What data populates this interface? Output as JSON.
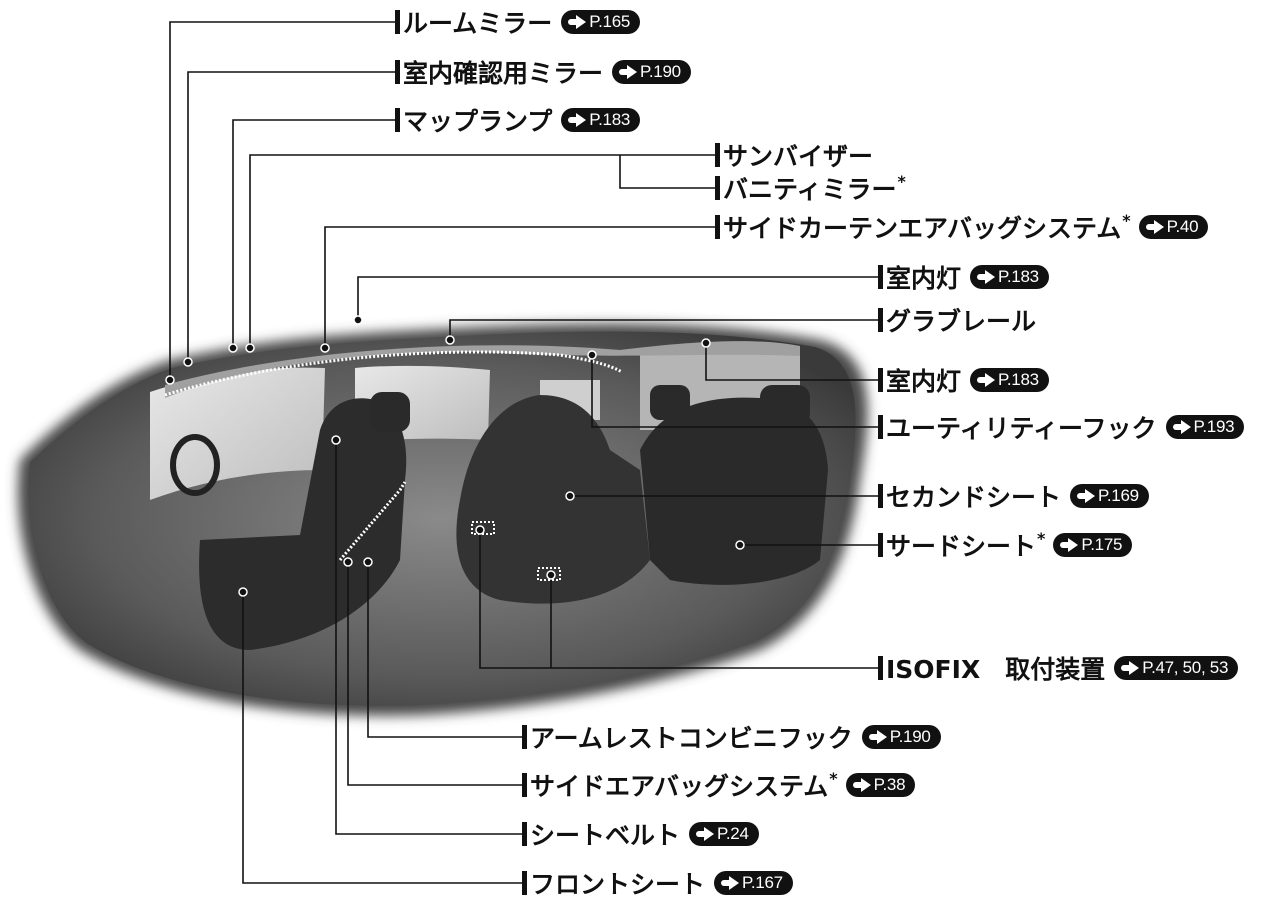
{
  "labels": [
    {
      "id": "room-mirror",
      "text": "ルームミラー",
      "star": "",
      "ref": "P.165"
    },
    {
      "id": "interior-mirror",
      "text": "室内確認用ミラー",
      "star": "",
      "ref": "P.190"
    },
    {
      "id": "map-lamp",
      "text": "マップランプ",
      "star": "",
      "ref": "P.183"
    },
    {
      "id": "sun-visor",
      "text": "サンバイザー",
      "star": "",
      "ref": ""
    },
    {
      "id": "vanity-mirror",
      "text": "バニティミラー",
      "star": "*",
      "ref": ""
    },
    {
      "id": "curtain-airbag",
      "text": "サイドカーテンエアバッグシステム",
      "star": "*",
      "ref": "P.40"
    },
    {
      "id": "room-lamp-front",
      "text": "室内灯",
      "star": "",
      "ref": "P.183"
    },
    {
      "id": "grab-rail",
      "text": "グラブレール",
      "star": "",
      "ref": ""
    },
    {
      "id": "room-lamp-rear",
      "text": "室内灯",
      "star": "",
      "ref": "P.183"
    },
    {
      "id": "utility-hook",
      "text": "ユーティリティーフック",
      "star": "",
      "ref": "P.193"
    },
    {
      "id": "second-seat",
      "text": "セカンドシート",
      "star": "",
      "ref": "P.169"
    },
    {
      "id": "third-seat",
      "text": "サードシート",
      "star": "*",
      "ref": "P.175"
    },
    {
      "id": "isofix",
      "text": "ISOFIX　取付装置",
      "star": "",
      "ref": "P.47, 50, 53"
    },
    {
      "id": "armrest-hook",
      "text": "アームレストコンビニフック",
      "star": "",
      "ref": "P.190"
    },
    {
      "id": "side-airbag",
      "text": "サイドエアバッグシステム",
      "star": "*",
      "ref": "P.38"
    },
    {
      "id": "seat-belt",
      "text": "シートベルト",
      "star": "",
      "ref": "P.24"
    },
    {
      "id": "front-seat",
      "text": "フロントシート",
      "star": "",
      "ref": "P.167"
    }
  ]
}
